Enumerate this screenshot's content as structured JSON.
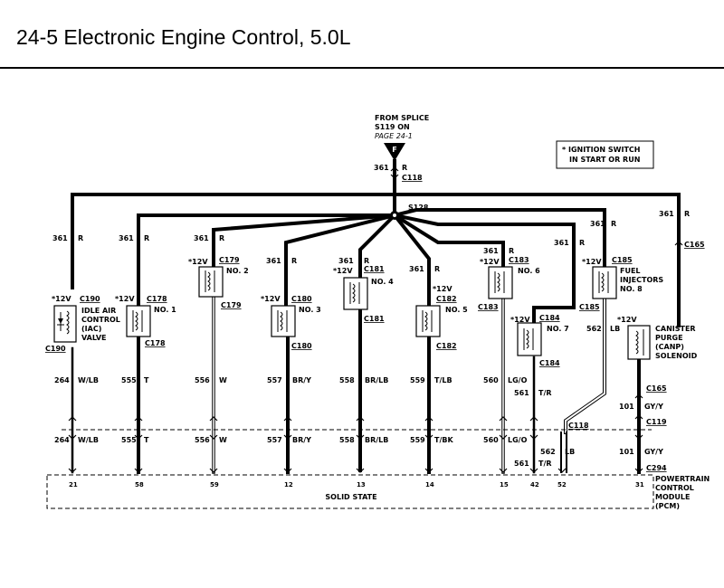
{
  "title": "24-5 Electronic Engine Control, 5.0L",
  "source": {
    "line1": "FROM SPLICE",
    "line2": "S119 ON",
    "line3": "PAGE 24-1",
    "ref": "F"
  },
  "connectors": {
    "c118": "C118",
    "s128": "S128",
    "c165": "C165",
    "c119": "C119",
    "c294": "C294"
  },
  "note": {
    "line1": "* IGNITION SWITCH",
    "line2": "IN START OR RUN"
  },
  "supply": {
    "circuit": "361",
    "color": "R",
    "v12": "*12V"
  },
  "iac": {
    "connector": "C190",
    "line1": "IDLE AIR",
    "line2": "CONTROL",
    "line3": "(IAC)",
    "line4": "VALVE",
    "circuit": "264",
    "color": "W/LB",
    "pin": "21"
  },
  "inj1": {
    "connector": "C178",
    "label": "NO. 1",
    "circuit": "555",
    "color": "T",
    "pin": "58"
  },
  "inj2": {
    "connector": "C179",
    "label": "NO. 2",
    "circuit": "556",
    "color": "W",
    "pin": "59"
  },
  "inj3": {
    "connector": "C180",
    "label": "NO. 3",
    "circuit": "557",
    "color": "BR/Y",
    "pin": "12"
  },
  "inj4": {
    "connector": "C181",
    "label": "NO. 4",
    "circuit": "558",
    "color": "BR/LB",
    "pin": "13"
  },
  "inj5": {
    "connector": "C182",
    "label": "NO. 5",
    "circuit": "559",
    "color_top": "T/LB",
    "color_bottom": "T/BK",
    "pin": "14"
  },
  "inj6": {
    "connector": "C183",
    "label": "NO. 6",
    "circuit": "560",
    "color": "LG/O",
    "pin": "15"
  },
  "inj7": {
    "connector": "C184",
    "label": "NO. 7",
    "circuit": "561",
    "color": "T/R",
    "pin": "42"
  },
  "inj8": {
    "connector": "C185",
    "label_line1": "FUEL",
    "label_line2": "INJECTORS",
    "label_line3": "NO. 8",
    "circuit": "562",
    "color": "LB",
    "pin": "52"
  },
  "canp": {
    "line1": "CANISTER",
    "line2": "PURGE",
    "line3": "(CANP)",
    "line4": "SOLENOID",
    "circuit": "101",
    "color": "GY/Y",
    "pin": "31"
  },
  "pcm": {
    "body": "SOLID STATE",
    "line1": "POWERTRAIN",
    "line2": "CONTROL",
    "line3": "MODULE",
    "line4": "(PCM)"
  }
}
